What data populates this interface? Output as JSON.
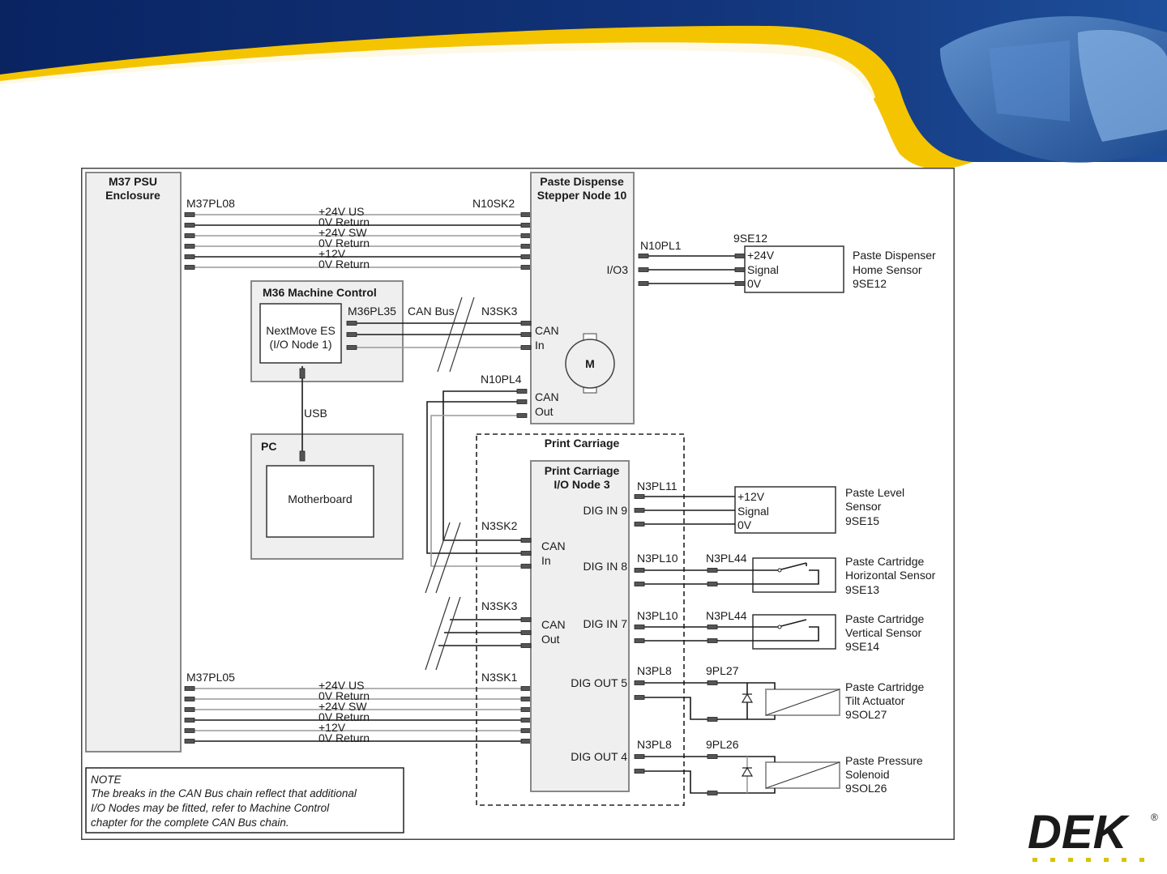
{
  "brand": {
    "logo_text": "DEK",
    "logo_mark": "®",
    "colors": {
      "navy": "#0d2a6b",
      "yellow": "#f5c400",
      "blue": "#3a6fb5"
    }
  },
  "diagram": {
    "psu": {
      "title_1": "M37 PSU",
      "title_2": "Enclosure"
    },
    "power_rails": [
      "+24V US",
      "0V Return",
      "+24V SW",
      "0V Return",
      "+12V",
      "0V Return"
    ],
    "top_harness": {
      "from": "M37PL08",
      "to": "N10SK2"
    },
    "bottom_harness": {
      "from": "M37PL05",
      "to": "N3SK1"
    },
    "node10": {
      "title_1": "Paste Dispense",
      "title_2": "Stepper Node 10",
      "io_label": "I/O3",
      "can_in_1": "CAN",
      "can_in_2": "In",
      "can_out_1": "CAN",
      "can_out_2": "Out",
      "motor": "M"
    },
    "machine_control": {
      "title": "M36 Machine Control",
      "inner_1": "NextMove ES",
      "inner_2": "(I/O Node 1)",
      "connector": "M36PL35",
      "bus_label": "CAN Bus",
      "usb": "USB"
    },
    "pc": {
      "title": "PC",
      "inner": "Motherboard"
    },
    "connectors": {
      "n3sk3_top": "N3SK3",
      "n10pl4": "N10PL4",
      "n10pl1": "N10PL1",
      "n3sk2": "N3SK2",
      "n3sk3": "N3SK3",
      "n3sk1": "N3SK1",
      "n3pl11": "N3PL11",
      "n3pl10a": "N3PL10",
      "n3pl44a": "N3PL44",
      "n3pl10b": "N3PL10",
      "n3pl44b": "N3PL44",
      "n3pl8a": "N3PL8",
      "9pl27": "9PL27",
      "n3pl8b": "N3PL8",
      "9pl26": "9PL26"
    },
    "home_sensor": {
      "tag": "9SE12",
      "pins": [
        "+24V",
        "Signal",
        "0V"
      ],
      "desc": [
        "Paste Dispenser",
        "Home Sensor",
        "9SE12"
      ]
    },
    "print_carriage": {
      "title": "Print Carriage",
      "node_title_1": "Print Carriage",
      "node_title_2": "I/O Node 3",
      "can_in_1": "CAN",
      "can_in_2": "In",
      "can_out_1": "CAN",
      "can_out_2": "Out",
      "dig_in_9": "DIG IN 9",
      "dig_in_8": "DIG IN 8",
      "dig_in_7": "DIG IN 7",
      "dig_out_5": "DIG OUT 5",
      "dig_out_4": "DIG OUT 4"
    },
    "level_sensor": {
      "pins": [
        "+12V",
        "Signal",
        "0V"
      ],
      "desc": [
        "Paste Level",
        "Sensor",
        "9SE15"
      ]
    },
    "horiz_sensor": {
      "desc": [
        "Paste Cartridge",
        "Horizontal Sensor",
        "9SE13"
      ]
    },
    "vert_sensor": {
      "desc": [
        "Paste Cartridge",
        "Vertical Sensor",
        "9SE14"
      ]
    },
    "tilt_actuator": {
      "desc": [
        "Paste Cartridge",
        "Tilt Actuator",
        "9SOL27"
      ]
    },
    "pressure_solenoid": {
      "desc": [
        "Paste Pressure",
        "Solenoid",
        "9SOL26"
      ]
    },
    "note": {
      "title": "NOTE",
      "lines": [
        "The breaks in the CAN Bus chain reflect that additional",
        "I/O Nodes may be fitted, refer to Machine Control",
        "chapter for the complete CAN Bus chain."
      ]
    }
  }
}
